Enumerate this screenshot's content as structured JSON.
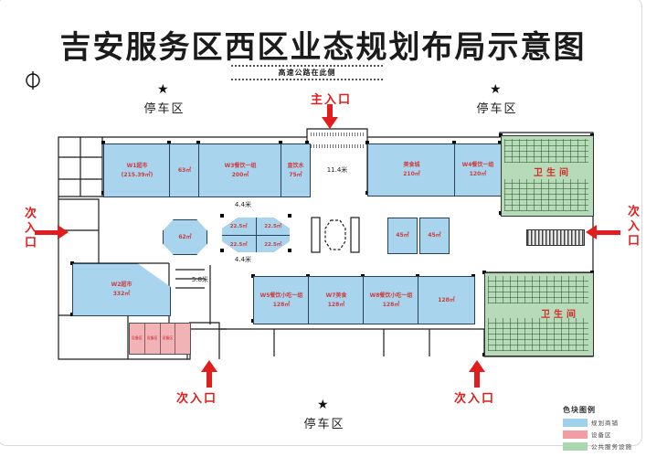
{
  "title": "吉安服务区西区业态规划布局示意图",
  "highway_note": "高速公路在此侧",
  "parking_label": "停车区",
  "entrances": {
    "main": "主入口",
    "secondary": "次入口"
  },
  "dimensions": {
    "front_hall": "11.4米",
    "upper_aisle": "4.4米",
    "lower_aisle": "4.4米",
    "stair_bay": "5.8米"
  },
  "blocks": {
    "w1": {
      "name": "W1超市",
      "area": "(215.39㎡)"
    },
    "b63": {
      "area": "63㎡"
    },
    "w3": {
      "name": "W3餐饮一组",
      "area": "200㎡"
    },
    "water": {
      "name": "直饮水",
      "area": "75㎡"
    },
    "food": {
      "name": "美食城",
      "area": "210㎡"
    },
    "w4": {
      "name": "W4餐饮一组",
      "area": "120㎡"
    },
    "oct62": {
      "area": "62㎡"
    },
    "quad": {
      "cell": "22.5㎡"
    },
    "b45a": {
      "area": "45㎡"
    },
    "b45b": {
      "area": "45㎡"
    },
    "w2": {
      "name": "W2超市",
      "area": "332㎡"
    },
    "w5": {
      "name": "W5餐饮小吃一组",
      "area": "128㎡"
    },
    "w7": {
      "name": "W7美食",
      "area": "128㎡"
    },
    "w8": {
      "name": "W8餐饮小吃一组",
      "area": "128㎡"
    },
    "b128": {
      "area": "128㎡"
    }
  },
  "restrooms": {
    "label": "卫生间"
  },
  "legend": {
    "title": "色块图例",
    "items": [
      {
        "label": "规划商铺",
        "color": "#9fd0ee"
      },
      {
        "label": "设备区",
        "color": "#f29da1"
      },
      {
        "label": "公共服务设施",
        "color": "#a8d7b0"
      }
    ]
  },
  "colors": {
    "shop_fill": "#a8d4ed",
    "service_fill": "#b7dbb8",
    "equipment_fill": "#f2b3b6",
    "accent_red": "#e11d1d",
    "block_text_red": "#cf3b3b"
  }
}
